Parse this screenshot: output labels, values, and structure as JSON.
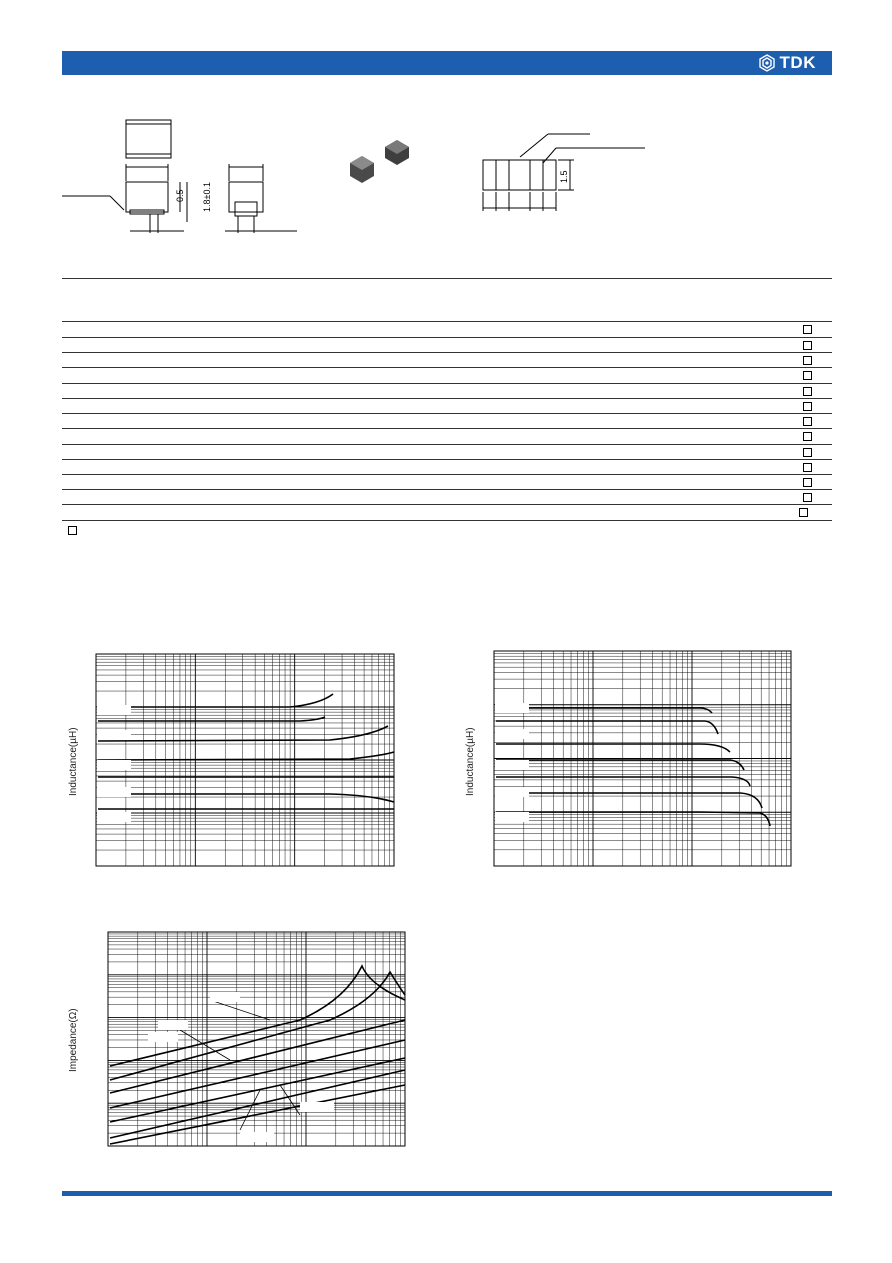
{
  "header": {
    "brand": "TDK",
    "brand_color": "#1d5fae",
    "logo_icon": "tdk-logo-icon"
  },
  "drawings": {
    "dimensions": [
      "0.5",
      "1.8±0.1",
      "1.5"
    ]
  },
  "graphs": {
    "inductance_ylabel": "Inductance(µH)",
    "impedance_ylabel": "Impedance(Ω)"
  },
  "table": {
    "row_count": 13
  }
}
